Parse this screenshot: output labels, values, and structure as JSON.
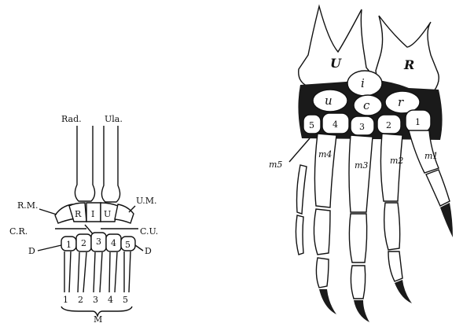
{
  "left_diagram": {
    "top_labels": {
      "radius": "Rad.",
      "ulna": "Ula."
    },
    "side_labels": {
      "rm": "R.M.",
      "um": "U.M.",
      "cr": "C.R.",
      "cu": "C.U.",
      "d_left": "D",
      "d_right": "D"
    },
    "proximal_carpals": [
      "R",
      "I",
      "U"
    ],
    "distal_carpals": [
      "1",
      "2",
      "3",
      "4",
      "5"
    ],
    "metacarpal_numbers": [
      "1",
      "2",
      "3",
      "4",
      "5"
    ],
    "bottom_label": "M"
  },
  "right_drawing": {
    "forearm_labels": {
      "ulna": "U",
      "radius": "R"
    },
    "carpal_letters": [
      "i",
      "u",
      "c",
      "r"
    ],
    "carpal_numbers": [
      "5",
      "4",
      "3",
      "2",
      "1"
    ],
    "metacarpal_labels": [
      "m5",
      "m4",
      "m3",
      "m2",
      "m1"
    ]
  }
}
